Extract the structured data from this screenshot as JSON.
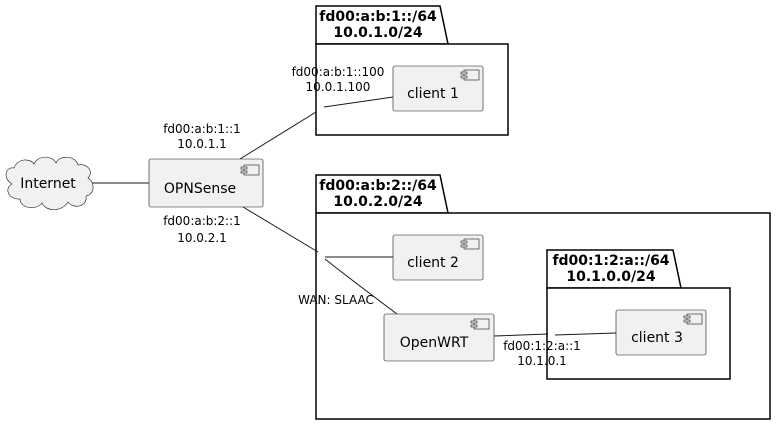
{
  "nodes": {
    "internet": "Internet",
    "opnsense": "OPNSense",
    "client1": "client 1",
    "client2": "client 2",
    "openwrt": "OpenWRT",
    "client3": "client 3"
  },
  "packages": {
    "net1": {
      "line1": "fd00:a:b:1::/64",
      "line2": "10.0.1.0/24"
    },
    "net2": {
      "line1": "fd00:a:b:2::/64",
      "line2": "10.0.2.0/24"
    },
    "net3": {
      "line1": "fd00:1:2:a::/64",
      "line2": "10.1.0.0/24"
    }
  },
  "edge_labels": {
    "opn_net1_v6": "fd00:a:b:1::1",
    "opn_net1_v4": "10.0.1.1",
    "opn_net2_v6": "fd00:a:b:2::1",
    "opn_net2_v4": "10.0.2.1",
    "client1_v6": "fd00:a:b:1::100",
    "client1_v4": "10.0.1.100",
    "openwrt_wan": "WAN: SLAAC",
    "openwrt_net3_v6": "fd00:1:2:a::1",
    "openwrt_net3_v4": "10.1.0.1"
  }
}
